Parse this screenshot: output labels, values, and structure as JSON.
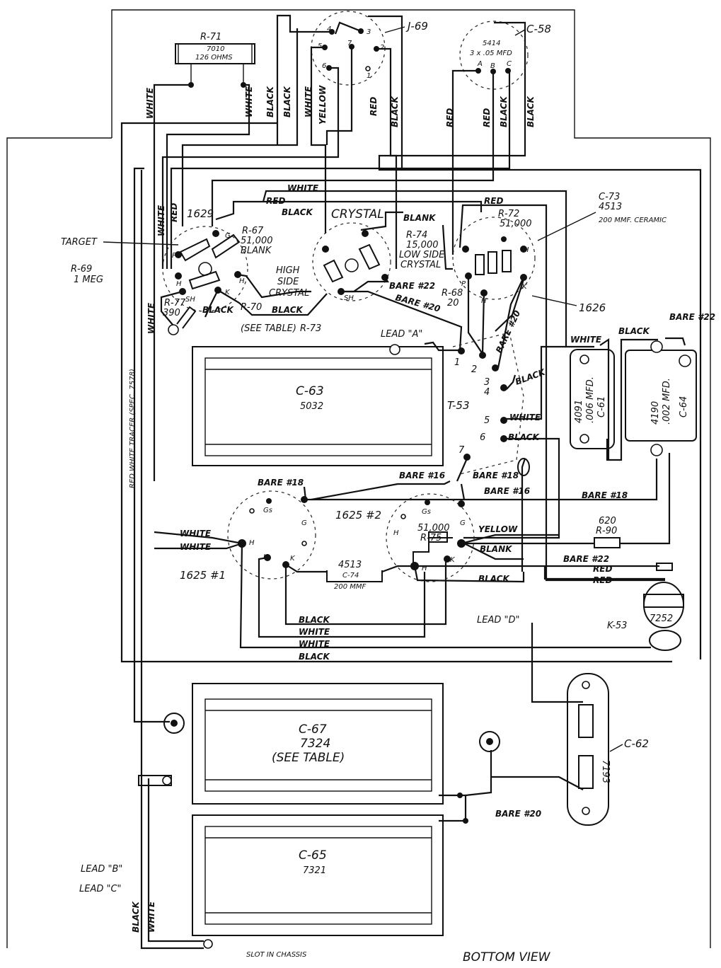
{
  "view_label": "BOTTOM VIEW",
  "components": {
    "r71": {
      "ref": "R-71",
      "part": "7010",
      "value": "126 OHMS"
    },
    "j69": {
      "ref": "J-69",
      "pins": [
        "4",
        "3",
        "5",
        "7",
        "2",
        "6",
        "1"
      ]
    },
    "c58": {
      "ref": "C-58",
      "part": "5414",
      "value": "3 x .05 MFD",
      "pins": [
        "A",
        "B",
        "C"
      ]
    },
    "c73": {
      "ref": "C-73",
      "part": "4513",
      "value": "200 MMF. CERAMIC"
    },
    "v1629": {
      "ref": "1629",
      "pins": [
        "G",
        "P",
        "H",
        "K",
        "SH",
        "H"
      ]
    },
    "crystal": {
      "title": "CRYSTAL",
      "pins": [
        "SH"
      ]
    },
    "v1626": {
      "ref": "1626",
      "pins": [
        "P",
        "H",
        "K",
        "H"
      ]
    },
    "r67": {
      "ref": "R-67",
      "value": "51,000",
      "note": "BLANK"
    },
    "r74": {
      "ref": "R-74",
      "value": "15,000",
      "note1": "LOW SIDE",
      "note2": "CRYSTAL"
    },
    "r72": {
      "ref": "R-72",
      "value": "51,000"
    },
    "r68": {
      "ref": "R-68",
      "value": "20"
    },
    "r69": {
      "ref": "R-69",
      "value": "1 MEG"
    },
    "r77": {
      "ref": "R-77",
      "value": "390"
    },
    "r70": {
      "ref": "R-70"
    },
    "r73": {
      "ref": "R-73"
    },
    "see_table": "(SEE TABLE)",
    "target": "TARGET",
    "high_side": [
      "HIGH",
      "SIDE",
      "CRYSTAL"
    ],
    "c63": {
      "ref": "C-63",
      "part": "5032"
    },
    "t53": {
      "ref": "T-53",
      "pins": [
        "1",
        "2",
        "3",
        "4",
        "5",
        "6",
        "7"
      ]
    },
    "c61": {
      "ref": "C-61",
      "part": "4091",
      "value": ".006 MFD."
    },
    "c64": {
      "ref": "C-64",
      "part": "4190",
      "value": ".002 MFD."
    },
    "v1625_1": {
      "ref": "1625 #1",
      "pins": [
        "Gs",
        "G",
        "H",
        "H",
        "K"
      ]
    },
    "v1625_2": {
      "ref": "1625 #2",
      "pins": [
        "Gs",
        "G",
        "H",
        "H",
        "K"
      ]
    },
    "r75": {
      "ref": "R-75",
      "value": "51,000"
    },
    "c74": {
      "ref": "C-74",
      "part": "4513",
      "value": "200 MMF"
    },
    "r90": {
      "ref": "R-90",
      "value": "620"
    },
    "k53": {
      "ref": "K-53",
      "part": "7252"
    },
    "c67": {
      "ref": "C-67",
      "part": "7324",
      "note": "(SEE TABLE)"
    },
    "c65": {
      "ref": "C-65",
      "part": "7321"
    },
    "c62": {
      "ref": "C-62",
      "part": "7193"
    },
    "leads": {
      "a": "LEAD \"A\"",
      "b": "LEAD \"B\"",
      "c": "LEAD \"C\"",
      "d": "LEAD \"D\""
    },
    "slot": "SLOT IN CHASSIS",
    "tracer": "RED WHITE TRACER (SPEC. 7578)"
  },
  "wire_labels": {
    "white": "WHITE",
    "black": "BLACK",
    "red": "RED",
    "yellow": "YELLOW",
    "blank": "BLANK",
    "bare_22": "BARE #22",
    "bare_20": "BARE #20",
    "bare_18": "BARE #18",
    "bare_16": "BARE #16"
  }
}
